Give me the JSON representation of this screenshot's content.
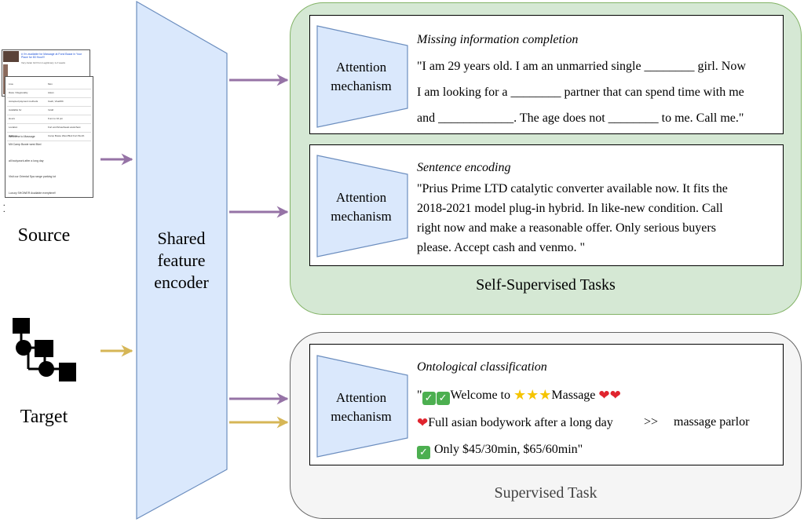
{
  "source": {
    "label": "Source"
  },
  "target": {
    "label": "Target"
  },
  "encoder": {
    "label_line1": "Shared",
    "label_line2": "feature",
    "label_line3": "encoder"
  },
  "self_supervised": {
    "panel_label": "Self-Supervised Tasks",
    "tasks": [
      {
        "attention_line1": "Attention",
        "attention_line2": "mechanism",
        "title": "Missing information completion",
        "lines": [
          "\"I am 29 years old. I am an unmarried single ________ girl. Now",
          "I am looking for a ________ partner that can spend time with me",
          "and ____________. The age does not ________ to me. Call me.\""
        ]
      },
      {
        "attention_line1": "Attention",
        "attention_line2": "mechanism",
        "title": "Sentence encoding",
        "lines": [
          "\"Prius Prime LTD catalytic converter available now. It fits the",
          "2018-2021 model plug-in hybrid. In like-new condition. Call",
          "right now and make a reasonable offer. Only serious buyers",
          "please. Accept cash and venmo. \""
        ]
      }
    ]
  },
  "supervised": {
    "panel_label": "Supervised Task",
    "task": {
      "attention_line1": "Attention",
      "attention_line2": "mechanism",
      "title": "Ontological classification",
      "line1_prefix": "\"",
      "line1_text_a": "Welcome to ",
      "line1_text_b": "Massage ",
      "line2_text": "Full asian bodywork after a long day",
      "arrow_text": ">>",
      "class_label": "massage parlor",
      "line3_text": " Only $45/30min, $65/60min\""
    }
  },
  "mini_doc": {
    "rows": [
      [
        "Lisa",
        "Mon"
      ],
      [
        "Race / Regionality",
        "Asian"
      ],
      [
        "Accepted payment methods",
        "Cash, Visa/MC"
      ],
      [
        "Available for",
        "Incall"
      ],
      [
        "Hours",
        "9 am to 10 pm"
      ],
      [
        "Location",
        "Fort worth/southeast westchest"
      ],
      [
        "Address",
        "Camp Bowie West Blvd Fort Worth"
      ]
    ],
    "lines": [
      "Welcome to Massage",
      "Mit Camp Bowie west Blvd",
      "all bodywork after a long day",
      "Visit our Oriental Spa range parking lot",
      "Luxury SHOWER Available everytime!!"
    ],
    "back_title": "# I'm available for Massage at Fond Bazar in Your Place for 80 Hour!!!",
    "back_sub": "Very Asian Girl from Legitimacy 1-2 weeks"
  },
  "colors": {
    "encoder_fill": "#dae8fc",
    "encoder_stroke": "#6c8ebf",
    "arrow_purple": "#9673a6",
    "arrow_gold": "#d6b656",
    "green_panel": "#d5e8d4",
    "gray_panel": "#f5f5f5"
  }
}
